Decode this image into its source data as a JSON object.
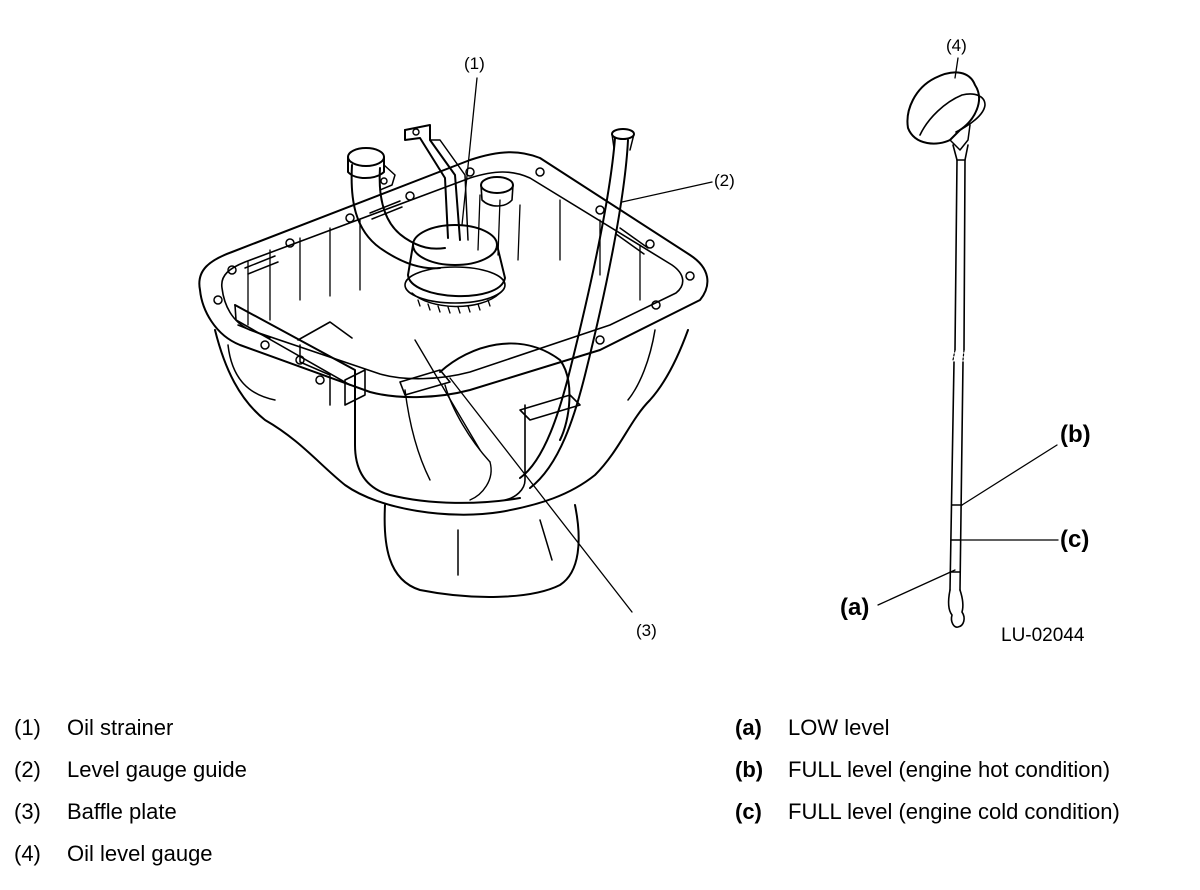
{
  "diagram": {
    "callouts": {
      "c1": "(1)",
      "c2": "(2)",
      "c3": "(3)",
      "c4": "(4)",
      "ca": "(a)",
      "cb": "(b)",
      "cc": "(c)"
    },
    "figure_id": "LU-02044"
  },
  "legend": {
    "left": [
      {
        "key": "(1)",
        "text": "Oil strainer"
      },
      {
        "key": "(2)",
        "text": "Level gauge guide"
      },
      {
        "key": "(3)",
        "text": "Baffle plate"
      },
      {
        "key": "(4)",
        "text": "Oil level gauge"
      }
    ],
    "right": [
      {
        "key": "(a)",
        "text": "LOW level"
      },
      {
        "key": "(b)",
        "text": "FULL level (engine hot condition)"
      },
      {
        "key": "(c)",
        "text": "FULL level (engine cold condition)"
      }
    ]
  }
}
